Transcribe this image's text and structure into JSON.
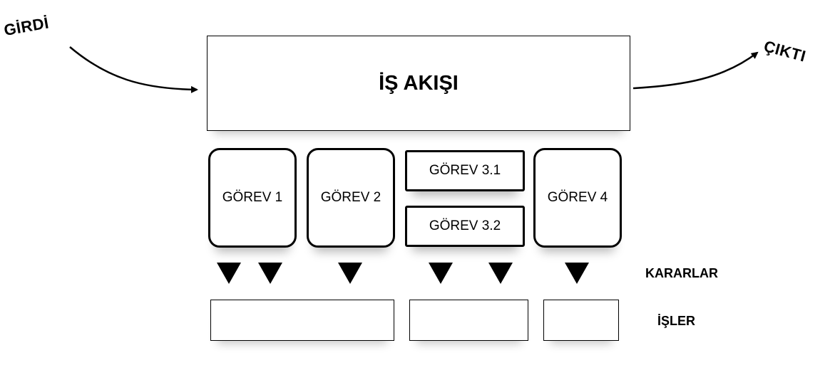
{
  "input_label": "GİRDİ",
  "output_label": "ÇIKTI",
  "workflow": {
    "title": "İŞ AKIŞI"
  },
  "tasks": [
    {
      "label": "GÖREV 1"
    },
    {
      "label": "GÖREV 2"
    },
    {
      "label": "GÖREV 3.1"
    },
    {
      "label": "GÖREV 3.2"
    },
    {
      "label": "GÖREV 4"
    }
  ],
  "decisions_label": "KARARLAR",
  "jobs_label": "İŞLER"
}
